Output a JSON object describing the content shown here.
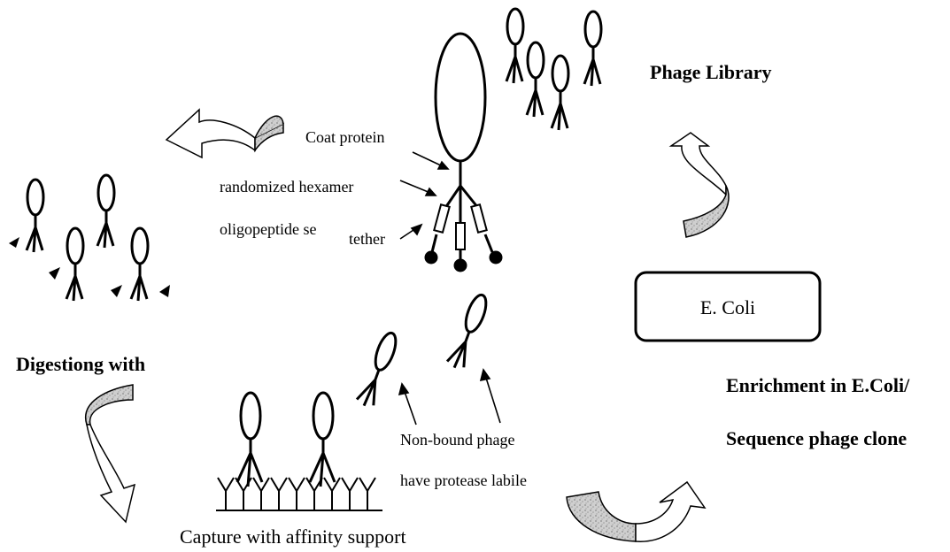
{
  "labels": {
    "phage_library": "Phage Library",
    "coat_protein": "Coat protein",
    "randomized_hexamer": "randomized hexamer",
    "oligopeptide": "oligopeptide se",
    "tether": "tether",
    "ecoli_box": "E. Coli",
    "digesting_with": "Digestiong with",
    "enrichment": "Enrichment in E.Coli/",
    "sequence_clone": "Sequence phage clone",
    "non_bound": "Non-bound phage",
    "protease_labile": "have protease labile",
    "capture": "Capture with affinity support"
  },
  "colors": {
    "ink": "#000000",
    "arrow_shade": "#bdbdbd"
  }
}
